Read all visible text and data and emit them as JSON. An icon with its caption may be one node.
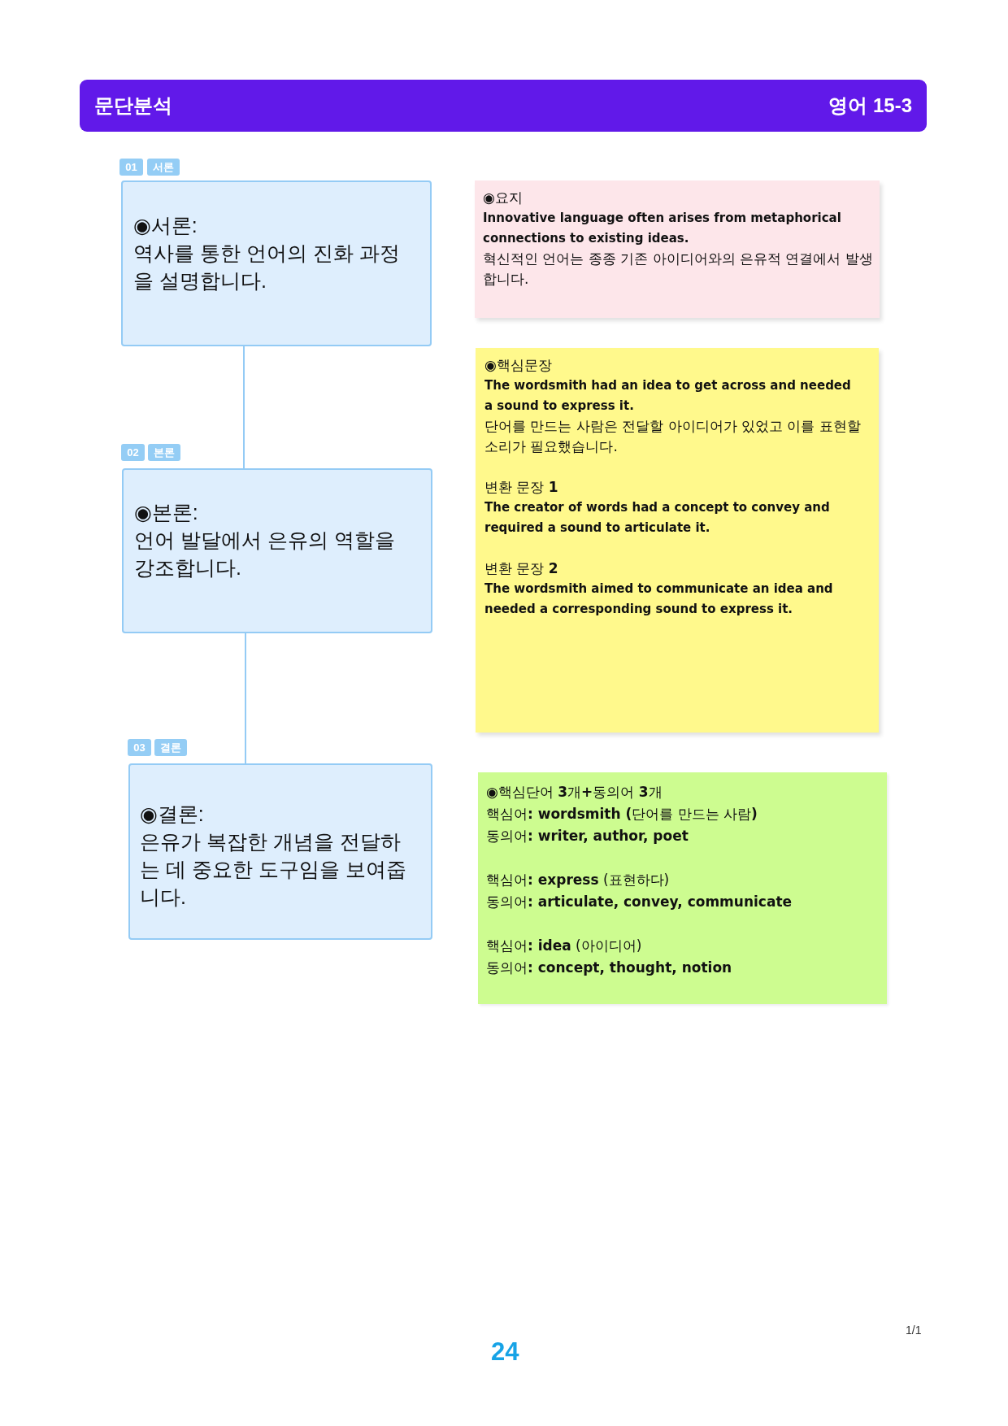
{
  "diagram": {
    "nodes": [
      {
        "text": [
          "문단분석",
          "영어 15-3"
        ]
      },
      {
        "text": [
          "01"
        ]
      },
      {
        "text": [
          "서론"
        ]
      },
      {
        "text": [
          "◉서론:",
          "역사를 통한 언어의 진화 과정을 설명합니다."
        ]
      },
      {
        "text": [
          "02"
        ]
      },
      {
        "text": [
          "본론"
        ]
      },
      {
        "text": [
          "◉본론:",
          "언어 발달에서 은유의 역할을 강조합니다."
        ]
      },
      {
        "text": [
          "03"
        ]
      },
      {
        "text": [
          "결론"
        ]
      },
      {
        "text": [
          "◉결론:",
          "은유가 복잡한 개념을 전달하는 데 중요한 도구임을 보여줍니다."
        ]
      },
      {
        "text": [
          "◉요지",
          "Innovative language often arises from metaphorical connections to existing ideas.",
          "혁신적인 언어는 종종 기존 아이디어와의 은유적 연결에서 발생합니다."
        ]
      },
      {
        "text": [
          "◉핵심문장",
          "The wordsmith had an idea to get across and needed a sound to express it.",
          "단어를 만드는 사람은 전달할 아이디어가 있었고 이를 표현할 소리가 필요했습니다.",
          "변환 문장 **1**",
          "The creator of words had a concept to convey and required a sound to articulate it.",
          "변환 문장 **2**",
          "The wordsmith aimed to communicate an idea and needed a corresponding sound to express it."
        ]
      },
      {
        "text": [
          "◉핵심단어 **3**개**+**동의어 **3**개",
          "핵심어**: wordsmith (**단어를 만드는 사람**)**",
          "동의어**: writer, author, poet**",
          "핵심어**: express** (표현하다)",
          "동의어**: articulate, convey, communicate**",
          "핵심어**: idea** (아이디어)",
          "동의어**: concept, thought, notion**"
        ]
      }
    ],
    "edges": [
      {
        "from": 3,
        "to": 6,
        "arrow": "none"
      },
      {
        "from": 6,
        "to": 9,
        "arrow": "none"
      }
    ],
    "labels": [
      "1/1",
      "24"
    ]
  }
}
